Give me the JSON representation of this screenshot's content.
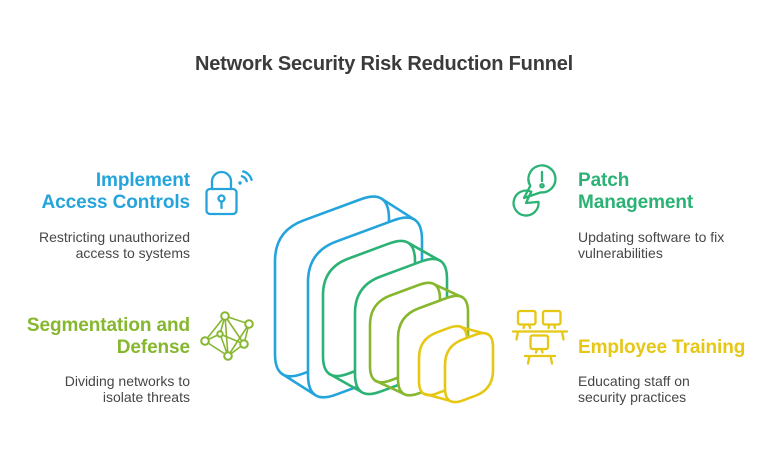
{
  "title": {
    "text": "Network Security Risk Reduction Funnel",
    "color": "#3b3b3b"
  },
  "body_text_color": "#474747",
  "items": [
    {
      "id": "implement-access-controls",
      "position": "top-left",
      "heading": "Implement\nAccess Controls",
      "description": "Restricting unauthorized\naccess to systems",
      "color": "#24a4db",
      "icon": "lock-wifi-icon"
    },
    {
      "id": "patch-management",
      "position": "top-right",
      "heading": "Patch\nManagement",
      "description": "Updating software to fix\nvulnerabilities",
      "color": "#2cb274",
      "icon": "alert-pie-chart-icon"
    },
    {
      "id": "segmentation-and-defense",
      "position": "bottom-left",
      "heading": "Segmentation and\nDefense",
      "description": "Dividing networks to\nisolate threats",
      "color": "#86b72e",
      "icon": "network-graph-icon"
    },
    {
      "id": "employee-training",
      "position": "bottom-right",
      "heading": "Employee Training",
      "description": "Educating staff on\nsecurity practices",
      "color": "#e6c714",
      "icon": "workstations-icon"
    }
  ],
  "funnel": {
    "description": "nested-rounded-square-funnel-3d",
    "stage_colors": [
      "#24a4db",
      "#2cb274",
      "#86b72e",
      "#e6c714"
    ]
  }
}
